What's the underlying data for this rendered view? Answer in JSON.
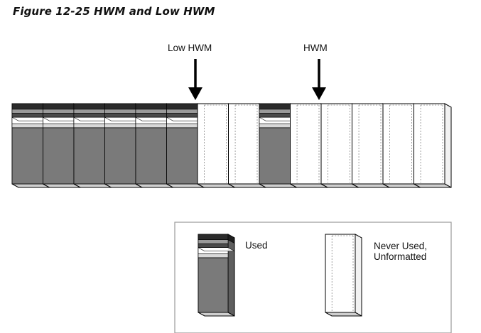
{
  "figure": {
    "title": "Figure 12-25 HWM and Low HWM"
  },
  "markers": {
    "low_hwm_label": "Low HWM",
    "hwm_label": "HWM"
  },
  "blocks": [
    "used",
    "used",
    "used",
    "used",
    "used",
    "used",
    "never-used",
    "never-used",
    "used",
    "never-used",
    "never-used",
    "never-used",
    "never-used",
    "never-used"
  ],
  "legend": {
    "used_label": "Used",
    "never_used_line1": "Never Used,",
    "never_used_line2": "Unformatted"
  },
  "colors": {
    "used_fill": "#7a7a7a",
    "band_dark": "#2b2b2b",
    "band_mid": "#9a9a9a",
    "band_light": "#d9d9d9",
    "outline": "#000000",
    "bottom_face": "#cfcfcf"
  }
}
